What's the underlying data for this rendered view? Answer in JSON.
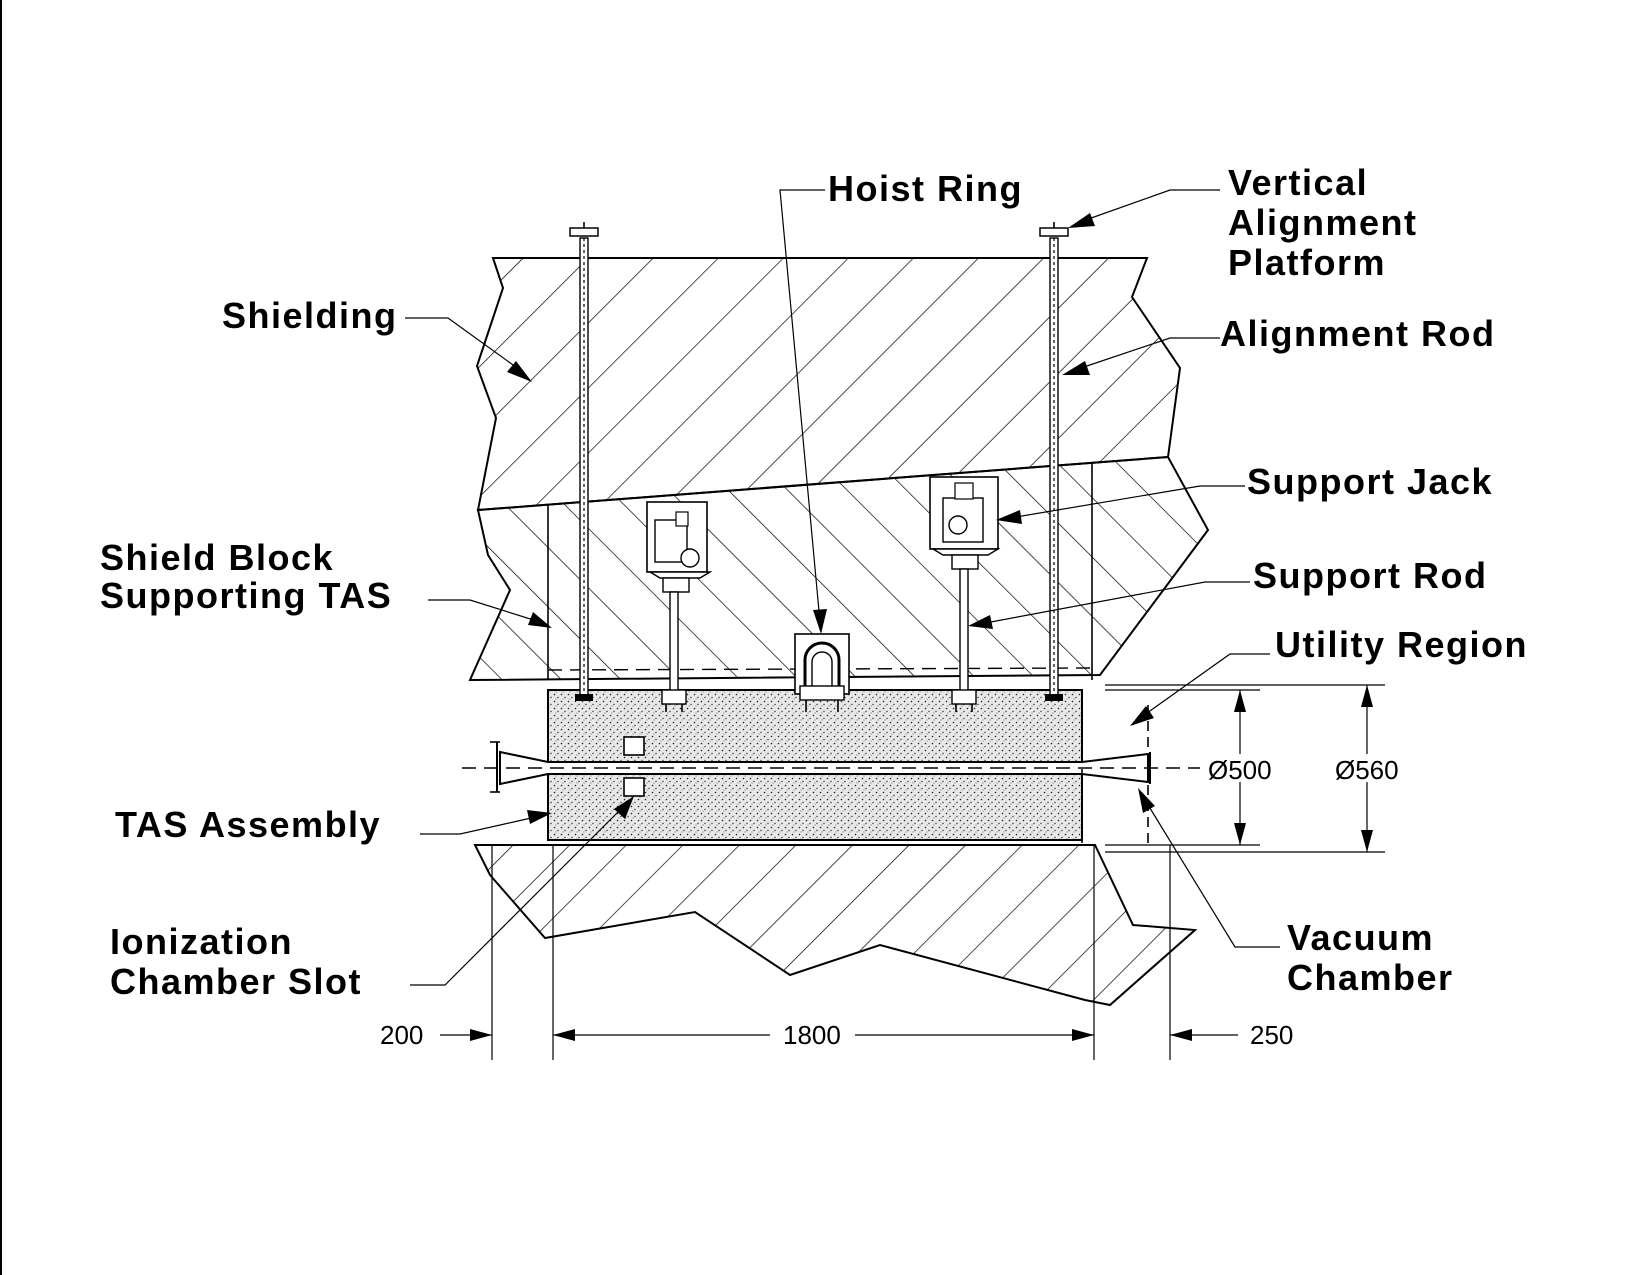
{
  "labels": {
    "hoist_ring": "Hoist  Ring",
    "vertical_alignment_platform": [
      "Vertical",
      "Alignment",
      "Platform"
    ],
    "shielding": "Shielding",
    "alignment_rod": "Alignment  Rod",
    "support_jack": "Support  Jack",
    "shield_block": [
      "Shield  Block",
      "Supporting  TAS"
    ],
    "support_rod": "Support  Rod",
    "utility_region": "Utility  Region",
    "tas_assembly": "TAS  Assembly",
    "ionization_chamber_slot": [
      "Ionization",
      "Chamber  Slot"
    ],
    "vacuum_chamber": [
      "Vacuum",
      "Chamber"
    ]
  },
  "dimensions": {
    "left_gap": "200",
    "block_length": "1800",
    "right_gap": "250",
    "inner_diameter": "Ø500",
    "outer_diameter": "Ø560"
  }
}
